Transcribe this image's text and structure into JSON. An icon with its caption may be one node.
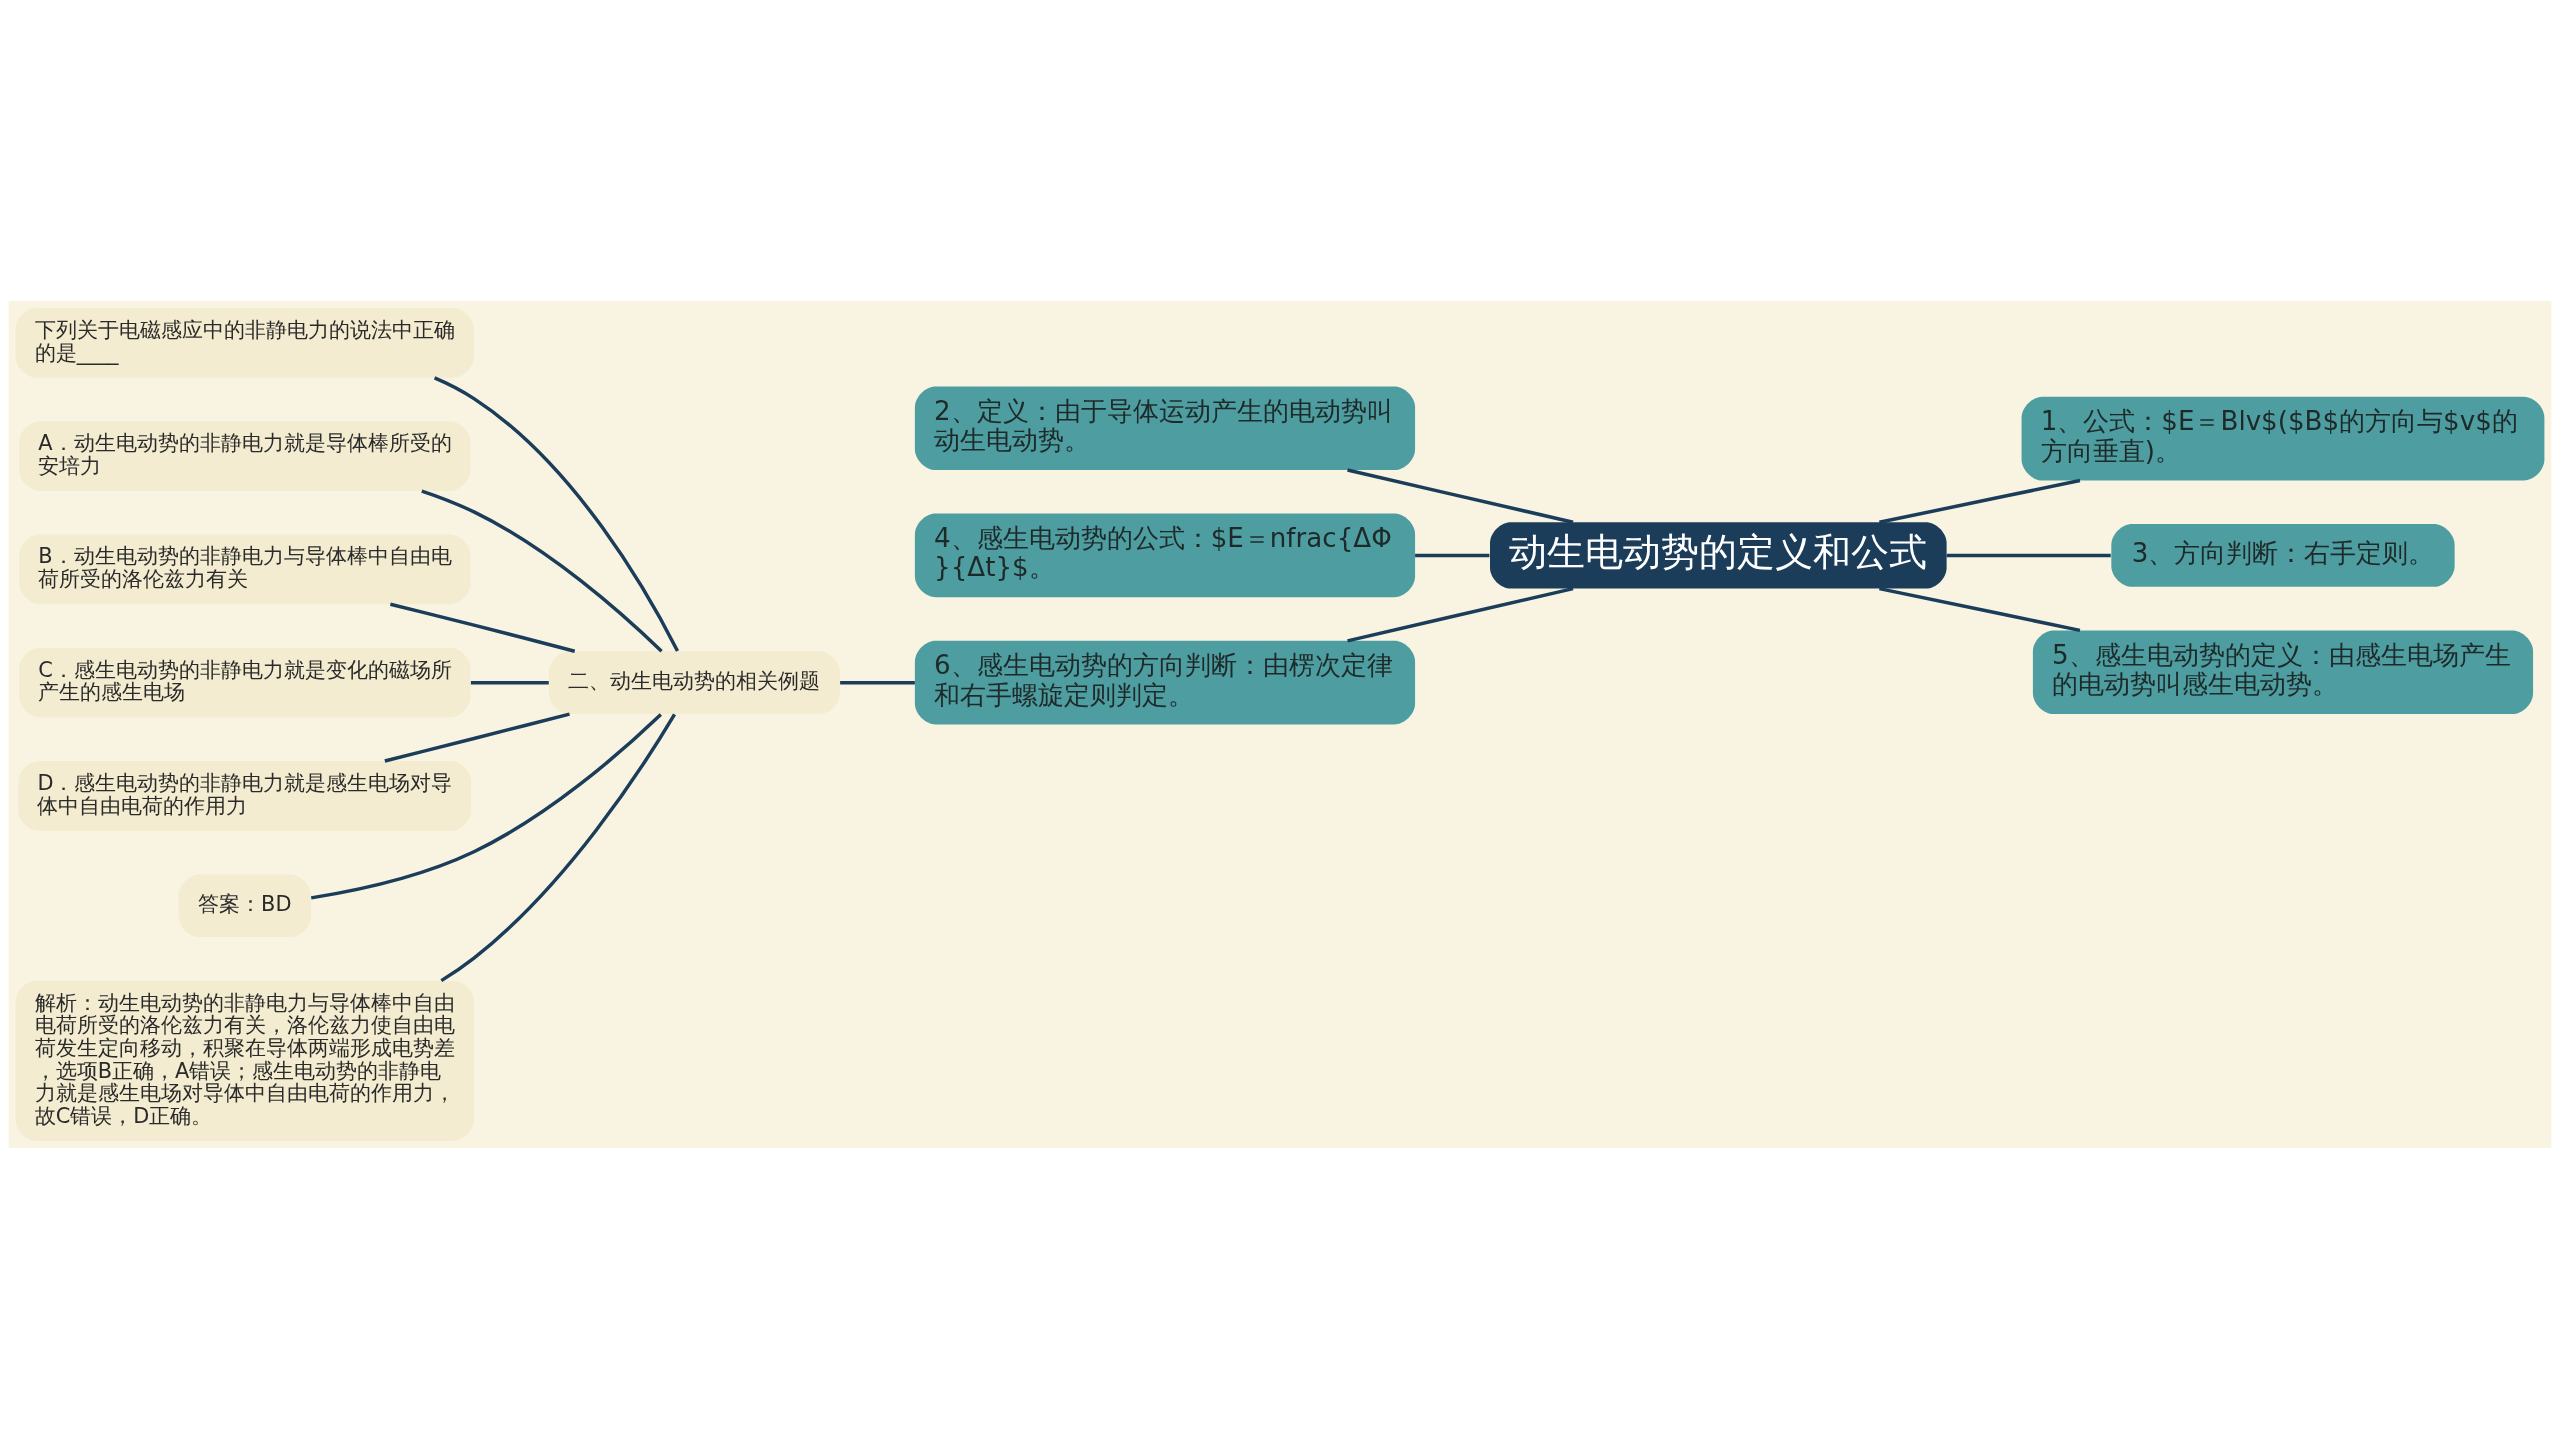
{
  "diagram": {
    "nodes": [
      {
        "text": [
          "动生电动势的定义和公式"
        ]
      },
      {
        "text": [
          "2、定义：由于导体运动产生的电动势叫动生电动势。"
        ]
      },
      {
        "text": [
          "4、感生电动势的公式：$E＝nfrac{ΔΦ}{Δt}$。"
        ]
      },
      {
        "text": [
          "6、感生电动势的方向判断：由楞次定律和右手螺旋定则判定。"
        ]
      },
      {
        "text": [
          "二、动生电动势的相关例题"
        ]
      },
      {
        "text": [
          "下列关于电磁感应中的非静电力的说法中正确的是____"
        ]
      },
      {
        "text": [
          "A．动生电动势的非静电力就是导体棒所受的安培力"
        ]
      },
      {
        "text": [
          "B．动生电动势的非静电力与导体棒中自由电荷所受的洛伦兹力有关"
        ]
      },
      {
        "text": [
          "C．感生电动势的非静电力就是变化的磁场所产生的感生电场"
        ]
      },
      {
        "text": [
          "D．感生电动势的非静电力就是感生电场对导体中自由电荷的作用力"
        ]
      },
      {
        "text": [
          "答案：BD"
        ]
      },
      {
        "text": [
          "解析：动生电动势的非静电力与导体棒中自由电荷所受的洛伦兹力有关，洛伦兹力使自由电荷发生定向移动，积聚在导体两端形成电势差，选项B正确，A错误；感生电动势的非静电力就是感生电场对导体中自由电荷的作用力，故C错误，D正确。"
        ]
      },
      {
        "text": [
          "1、公式：$E＝Blv$($B$的方向与$v$的方向垂直)。"
        ]
      },
      {
        "text": [
          "3、方向判断：右手定则。"
        ]
      },
      {
        "text": [
          "5、感生电动势的定义：由感生电场产生的电动势叫感生电动势。"
        ]
      }
    ],
    "edges": [
      {
        "from": 0,
        "to": 1,
        "arrow": "none"
      },
      {
        "from": 0,
        "to": 2,
        "arrow": "none"
      },
      {
        "from": 0,
        "to": 3,
        "arrow": "none"
      },
      {
        "from": 3,
        "to": 4,
        "arrow": "none"
      },
      {
        "from": 4,
        "to": 5,
        "arrow": "none"
      },
      {
        "from": 4,
        "to": 6,
        "arrow": "none"
      },
      {
        "from": 4,
        "to": 7,
        "arrow": "none"
      },
      {
        "from": 4,
        "to": 8,
        "arrow": "none"
      },
      {
        "from": 4,
        "to": 9,
        "arrow": "none"
      },
      {
        "from": 4,
        "to": 10,
        "arrow": "none"
      },
      {
        "from": 4,
        "to": 11,
        "arrow": "none"
      },
      {
        "from": 0,
        "to": 12,
        "arrow": "none"
      },
      {
        "from": 0,
        "to": 13,
        "arrow": "none"
      },
      {
        "from": 0,
        "to": 14,
        "arrow": "none"
      }
    ]
  }
}
